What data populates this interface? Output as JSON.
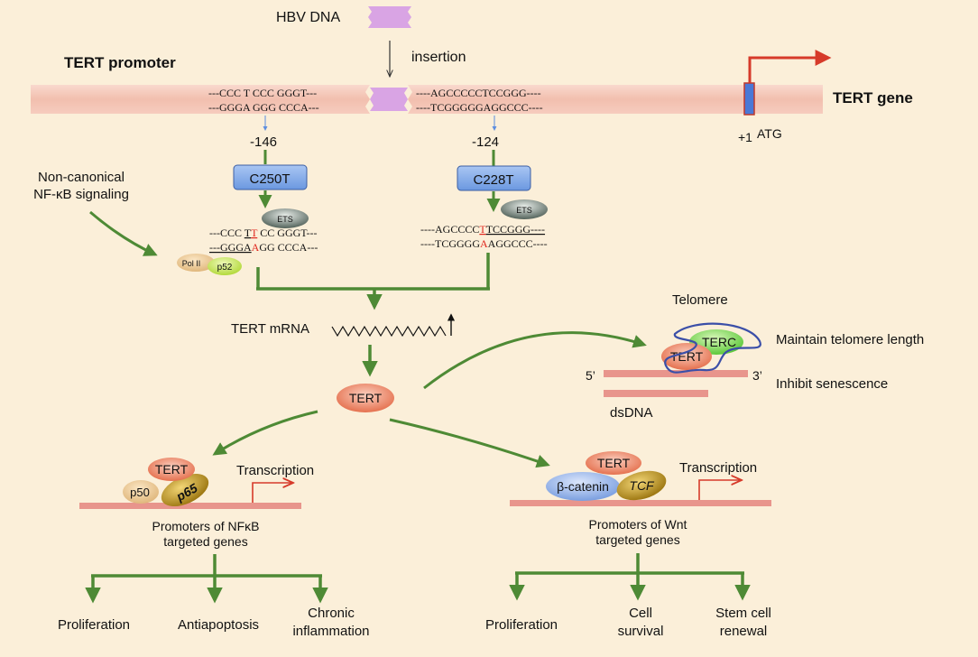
{
  "colors": {
    "background": "#fbefd9",
    "chromosome": "#f4c4b4",
    "dna_bar": "#e8958c",
    "arrow_green": "#4e8a35",
    "transcription_red": "#d63a2a",
    "hbv_purple": "#d9a4e4",
    "mutation_box": "#7aa6e6",
    "tert_ellipse": "#f08a6c",
    "terc_green": "#7ed957",
    "beta_catenin": "#8db0e8",
    "ets_gray": "#6b7a70",
    "tcf_gold": "#c89a18",
    "p52_green": "#c6e857",
    "mutation_red": "#e0271e",
    "telomere_outline": "#3b4fa8"
  },
  "top": {
    "hbv_label": "HBV DNA",
    "insertion_label": "insertion",
    "promoter_title": "TERT promoter",
    "gene_title": "TERT gene",
    "seq_left_top": "---CCC T CCC GGGT---",
    "seq_left_bottom": "---GGGA GGG CCCA---",
    "seq_right_top": "----AGCCCCCTCCGGG----",
    "seq_right_bottom": "----TCGGGGGAGGCCC----",
    "pos_left": "-146",
    "pos_right": "-124",
    "atg_plus1": "+1",
    "atg_label": "ATG"
  },
  "mutations": {
    "left_label": "C250T",
    "right_label": "C228T",
    "ets_label": "ETS",
    "noncanonical_line1": "Non-canonical",
    "noncanonical_line2": "NF-κB signaling",
    "polII_label": "Pol II",
    "p52_label": "p52",
    "left_mut_top": [
      "---CCC ",
      "T",
      "T",
      " CC GGGT---"
    ],
    "left_mut_bottom": [
      "---GGGA",
      "A",
      "GG CCCA---"
    ],
    "right_mut_top": [
      "----AGCCCC",
      "T",
      "T",
      "CCGGG----"
    ],
    "right_mut_bottom": [
      "----TCGGGG",
      "A",
      "AGGCCC----"
    ]
  },
  "middle": {
    "mrna_label": "TERT mRNA",
    "tert_label": "TERT",
    "telomere_label": "Telomere",
    "terc_label": "TERC",
    "five_prime": "5’",
    "three_prime": "3’",
    "dsdna_label": "dsDNA",
    "maintain_label": "Maintain telomere length",
    "inhibit_label": "Inhibit senescence"
  },
  "nfkb": {
    "tert_label": "TERT",
    "p50_label": "p50",
    "p65_label": "p65",
    "transcription_label": "Transcription",
    "promoters_line1": "Promoters of NFκB",
    "promoters_line2": "targeted genes",
    "out1": "Proliferation",
    "out2": "Antiapoptosis",
    "out3_line1": "Chronic",
    "out3_line2": "inflammation"
  },
  "wnt": {
    "tert_label": "TERT",
    "beta_label": "β-catenin",
    "tcf_label": "TCF",
    "transcription_label": "Transcription",
    "promoters_line1": "Promoters of Wnt",
    "promoters_line2": "targeted genes",
    "out1": "Proliferation",
    "out2_line1": "Cell",
    "out2_line2": "survival",
    "out3_line1": "Stem cell",
    "out3_line2": "renewal"
  }
}
